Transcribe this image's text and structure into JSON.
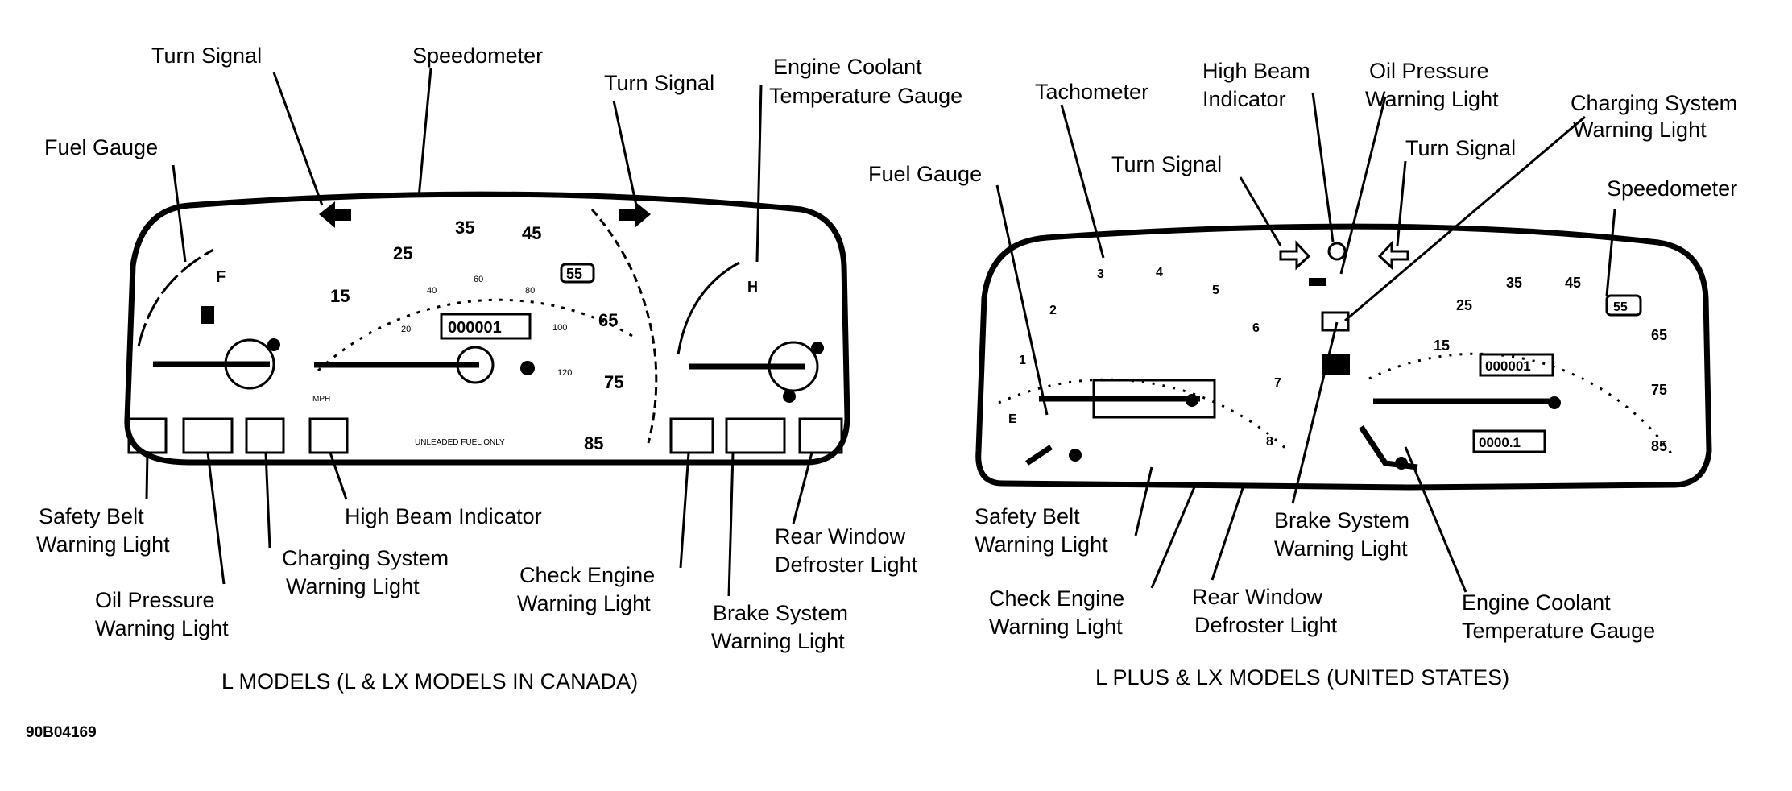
{
  "left_panel": {
    "caption": "L MODELS (L & LX MODELS IN CANADA)",
    "labels": {
      "fuel_gauge": "Fuel Gauge",
      "turn_signal_left": "Turn Signal",
      "speedometer": "Speedometer",
      "turn_signal_right": "Turn Signal",
      "coolant_1": "Engine Coolant",
      "coolant_2": "Temperature Gauge",
      "safety_belt_1": "Safety Belt",
      "safety_belt_2": "Warning Light",
      "oil_pressure_1": "Oil Pressure",
      "oil_pressure_2": "Warning Light",
      "charging_1": "Charging System",
      "charging_2": "Warning Light",
      "high_beam": "High Beam Indicator",
      "check_engine_1": "Check Engine",
      "check_engine_2": "Warning Light",
      "brake_1": "Brake System",
      "brake_2": "Warning Light",
      "rear_window_1": "Rear Window",
      "rear_window_2": "Defroster Light"
    },
    "dial": {
      "speed_marks": [
        "15",
        "25",
        "35",
        "45",
        "55",
        "65",
        "75",
        "85"
      ],
      "km_marks": [
        "20",
        "40",
        "60",
        "80",
        "100",
        "120"
      ],
      "odometer": "000001",
      "fuel_f": "F",
      "temp_h": "H",
      "mph": "MPH",
      "fuel_note": "UNLEADED FUEL ONLY"
    }
  },
  "right_panel": {
    "caption": "L PLUS & LX MODELS (UNITED STATES)",
    "labels": {
      "fuel_gauge": "Fuel Gauge",
      "tachometer": "Tachometer",
      "turn_signal_left": "Turn Signal",
      "high_beam_1": "High Beam",
      "high_beam_2": "Indicator",
      "oil_pressure_1": "Oil Pressure",
      "oil_pressure_2": "Warning Light",
      "turn_signal_right": "Turn Signal",
      "charging_1": "Charging System",
      "charging_2": "Warning Light",
      "speedometer": "Speedometer",
      "safety_belt_1": "Safety Belt",
      "safety_belt_2": "Warning Light",
      "check_engine_1": "Check Engine",
      "check_engine_2": "Warning Light",
      "rear_window_1": "Rear Window",
      "rear_window_2": "Defroster Light",
      "brake_1": "Brake System",
      "brake_2": "Warning Light",
      "coolant_1": "Engine Coolant",
      "coolant_2": "Temperature Gauge"
    },
    "tach_marks": [
      "1",
      "2",
      "3",
      "4",
      "5",
      "6",
      "7",
      "8"
    ],
    "speed_marks": [
      "15",
      "25",
      "35",
      "45",
      "55",
      "65",
      "75",
      "85"
    ],
    "odometer": "000001",
    "trip": "0000.1",
    "fuel_e": "E"
  },
  "figure_code": "90B04169"
}
